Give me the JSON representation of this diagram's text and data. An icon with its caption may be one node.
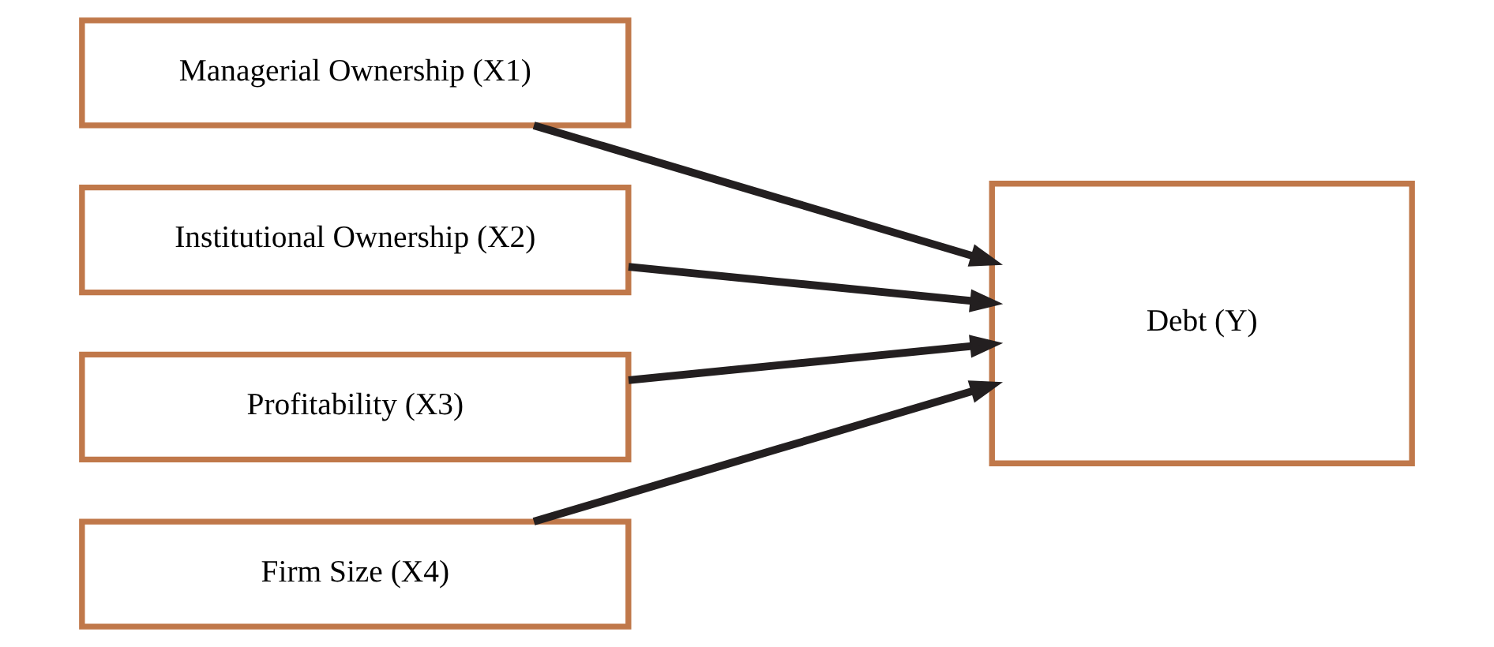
{
  "diagram": {
    "nodes": [
      {
        "text": [
          "Managerial Ownership (X1)"
        ]
      },
      {
        "text": [
          "Institutional Ownership (X2)"
        ]
      },
      {
        "text": [
          "Profitability (X3)"
        ]
      },
      {
        "text": [
          "Firm Size (X4)"
        ]
      },
      {
        "text": [
          "Debt (Y)"
        ]
      }
    ],
    "edges": [
      {
        "from": 0,
        "to": 4,
        "arrow": "to"
      },
      {
        "from": 1,
        "to": 4,
        "arrow": "to"
      },
      {
        "from": 2,
        "to": 4,
        "arrow": "to"
      },
      {
        "from": 3,
        "to": 4,
        "arrow": "to"
      }
    ]
  }
}
